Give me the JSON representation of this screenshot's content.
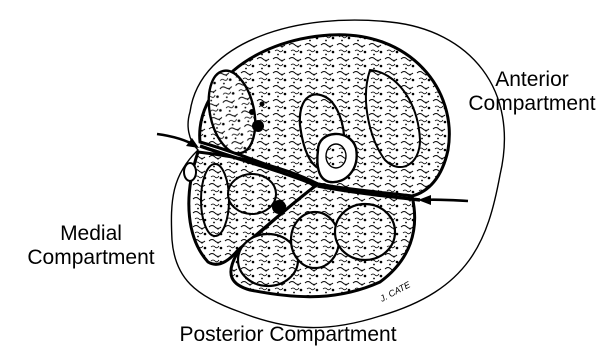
{
  "labels": {
    "anterior": [
      "Anterior",
      "Compartment"
    ],
    "medial": [
      "Medial",
      "Compartment"
    ],
    "posterior": "Posterior Compartment"
  },
  "signature": "J. CATE",
  "colors": {
    "ink": "#000000",
    "paper": "#ffffff"
  }
}
